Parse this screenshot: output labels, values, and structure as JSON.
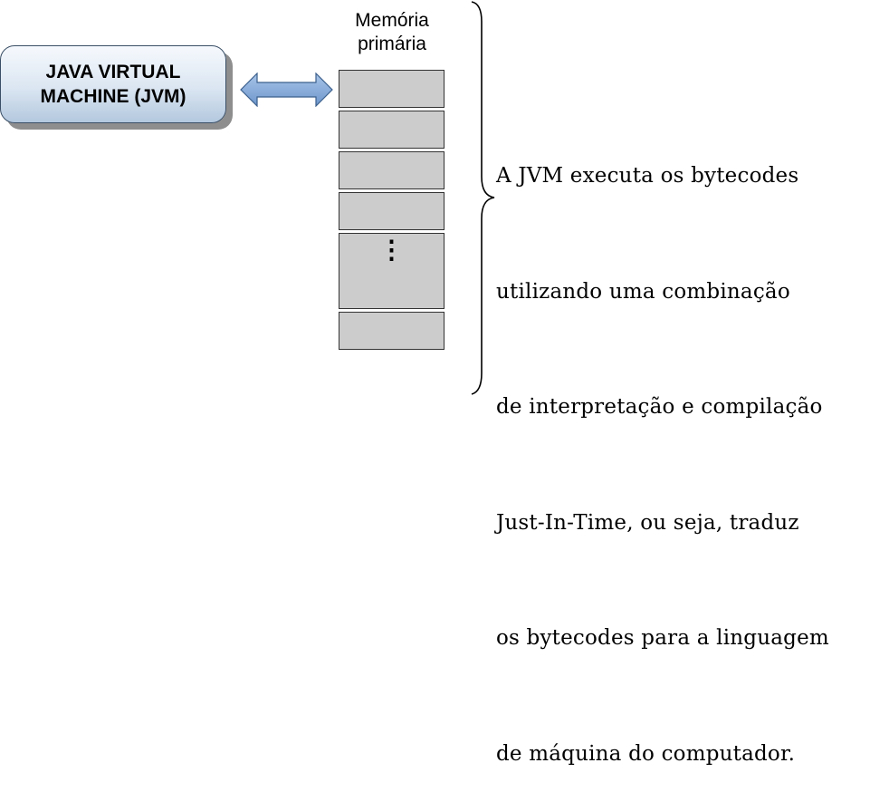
{
  "jvm_box": {
    "label": "JAVA VIRTUAL\nMACHINE (JVM)"
  },
  "memory": {
    "title": "Memória\nprimária",
    "ellipsis": "⋮"
  },
  "description": {
    "lines": [
      "A JVM executa os bytecodes",
      "utilizando uma combinação",
      "de interpretação e compilação",
      "Just-In-Time, ou seja, traduz",
      "os bytecodes para a linguagem",
      "de máquina do computador."
    ]
  },
  "colors": {
    "box_gradient_top": "#f6f9fd",
    "box_gradient_bottom": "#b3c8de",
    "arrow_fill": "#7fa6d8",
    "arrow_stroke": "#3b5f8c",
    "memory_cell": "#cccccc"
  }
}
